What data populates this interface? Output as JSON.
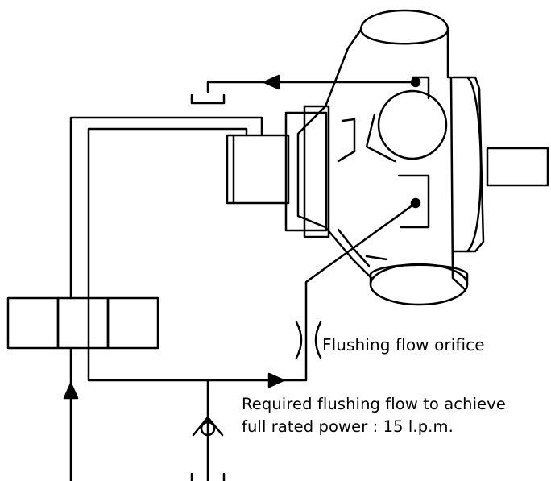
{
  "labels": {
    "orifice": "Flushing flow orifice",
    "required_flow_line1": "Required flushing flow to achieve",
    "required_flow_line2": "full rated power : 15 l.p.m."
  },
  "colors": {
    "stroke": "#000000",
    "background": "#ffffff"
  }
}
